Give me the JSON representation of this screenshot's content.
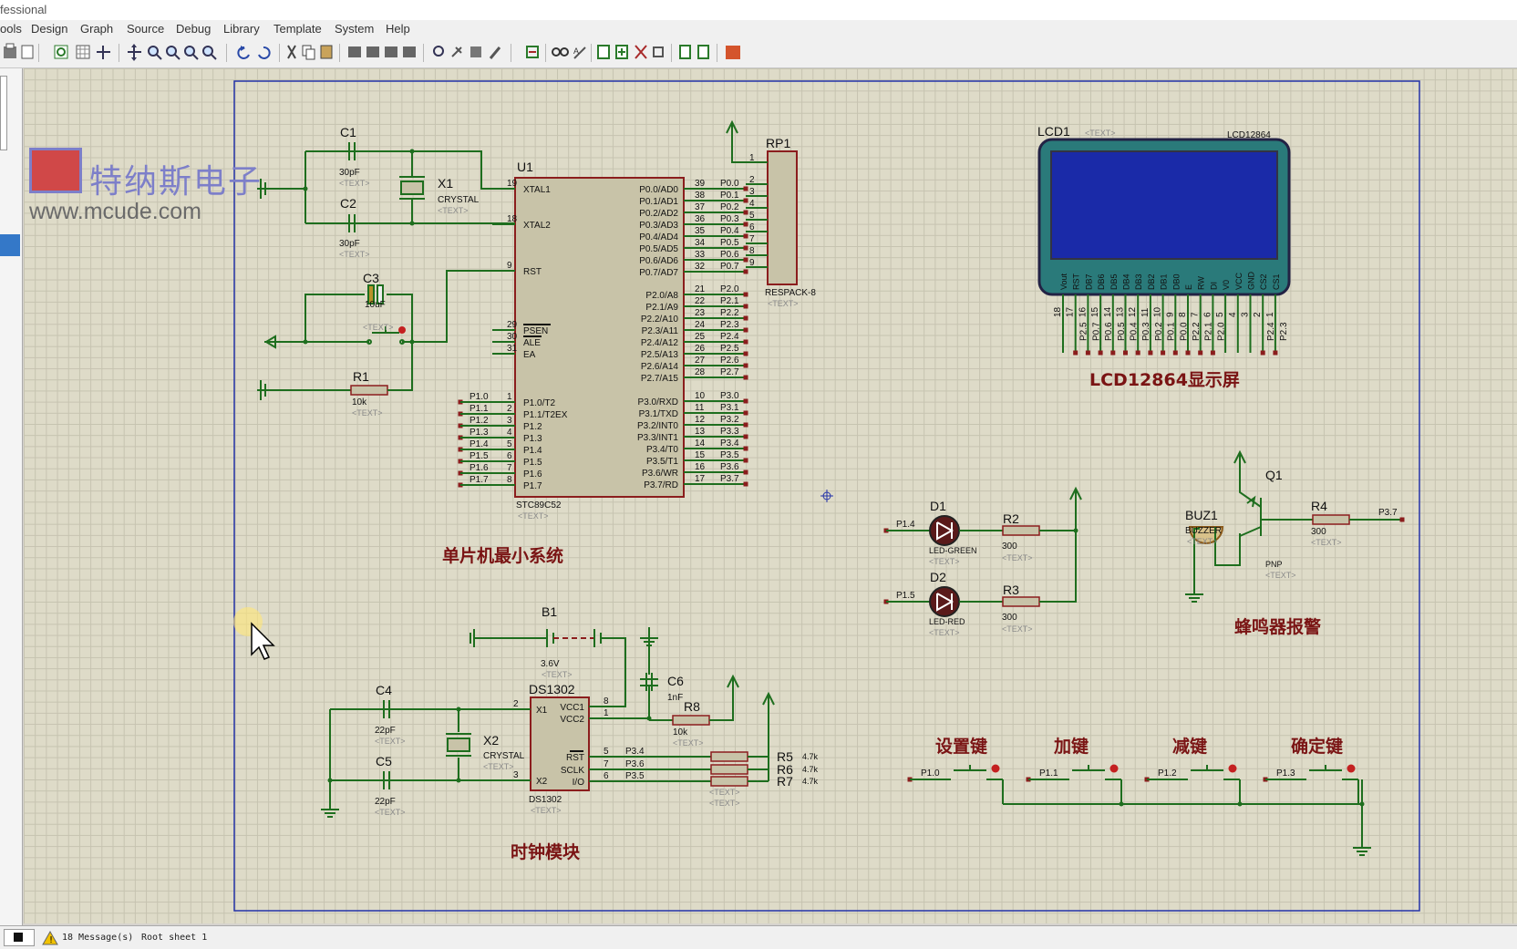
{
  "app": {
    "title_fragment": "fessional"
  },
  "menu": [
    "ools",
    "Design",
    "Graph",
    "Source",
    "Debug",
    "Library",
    "Template",
    "System",
    "Help"
  ],
  "watermark": {
    "brand": "特纳斯电子",
    "url": "www.mcude.com"
  },
  "status": {
    "messages": "18 Message(s)",
    "sheet": "Root sheet 1"
  },
  "text_placeholder": "<TEXT>",
  "sections": {
    "mcu": "单片机最小系统",
    "clock": "时钟模块",
    "lcd": "LCD12864显示屏",
    "buzzer": "蜂鸣器报警"
  },
  "u1": {
    "ref": "U1",
    "part": "STC89C52",
    "left_pins": [
      {
        "num": "19",
        "name": "XTAL1"
      },
      {
        "num": "18",
        "name": "XTAL2"
      },
      {
        "num": "9",
        "name": "RST"
      },
      {
        "num": "29",
        "name": "PSEN"
      },
      {
        "num": "30",
        "name": "ALE"
      },
      {
        "num": "31",
        "name": "EA"
      },
      {
        "num": "1",
        "name": "P1.0/T2",
        "net": "P1.0"
      },
      {
        "num": "2",
        "name": "P1.1/T2EX",
        "net": "P1.1"
      },
      {
        "num": "3",
        "name": "P1.2",
        "net": "P1.2"
      },
      {
        "num": "4",
        "name": "P1.3",
        "net": "P1.3"
      },
      {
        "num": "5",
        "name": "P1.4",
        "net": "P1.4"
      },
      {
        "num": "6",
        "name": "P1.5",
        "net": "P1.5"
      },
      {
        "num": "7",
        "name": "P1.6",
        "net": "P1.6"
      },
      {
        "num": "8",
        "name": "P1.7",
        "net": "P1.7"
      }
    ],
    "right_pins": [
      {
        "num": "39",
        "name": "P0.0/AD0",
        "net": "P0.0"
      },
      {
        "num": "38",
        "name": "P0.1/AD1",
        "net": "P0.1"
      },
      {
        "num": "37",
        "name": "P0.2/AD2",
        "net": "P0.2"
      },
      {
        "num": "36",
        "name": "P0.3/AD3",
        "net": "P0.3"
      },
      {
        "num": "35",
        "name": "P0.4/AD4",
        "net": "P0.4"
      },
      {
        "num": "34",
        "name": "P0.5/AD5",
        "net": "P0.5"
      },
      {
        "num": "33",
        "name": "P0.6/AD6",
        "net": "P0.6"
      },
      {
        "num": "32",
        "name": "P0.7/AD7",
        "net": "P0.7"
      },
      {
        "num": "21",
        "name": "P2.0/A8",
        "net": "P2.0"
      },
      {
        "num": "22",
        "name": "P2.1/A9",
        "net": "P2.1"
      },
      {
        "num": "23",
        "name": "P2.2/A10",
        "net": "P2.2"
      },
      {
        "num": "24",
        "name": "P2.3/A11",
        "net": "P2.3"
      },
      {
        "num": "25",
        "name": "P2.4/A12",
        "net": "P2.4"
      },
      {
        "num": "26",
        "name": "P2.5/A13",
        "net": "P2.5"
      },
      {
        "num": "27",
        "name": "P2.6/A14",
        "net": "P2.6"
      },
      {
        "num": "28",
        "name": "P2.7/A15",
        "net": "P2.7"
      },
      {
        "num": "10",
        "name": "P3.0/RXD",
        "net": "P3.0"
      },
      {
        "num": "11",
        "name": "P3.1/TXD",
        "net": "P3.1"
      },
      {
        "num": "12",
        "name": "P3.2/INT0",
        "net": "P3.2"
      },
      {
        "num": "13",
        "name": "P3.3/INT1",
        "net": "P3.3"
      },
      {
        "num": "14",
        "name": "P3.4/T0",
        "net": "P3.4"
      },
      {
        "num": "15",
        "name": "P3.5/T1",
        "net": "P3.5"
      },
      {
        "num": "16",
        "name": "P3.6/WR",
        "net": "P3.6"
      },
      {
        "num": "17",
        "name": "P3.7/RD",
        "net": "P3.7"
      }
    ]
  },
  "rp1": {
    "ref": "RP1",
    "part": "RESPACK-8",
    "pins": [
      "1",
      "2",
      "3",
      "4",
      "5",
      "6",
      "7",
      "8",
      "9"
    ]
  },
  "c1": {
    "ref": "C1",
    "value": "30pF"
  },
  "c2": {
    "ref": "C2",
    "value": "30pF"
  },
  "c3": {
    "ref": "C3",
    "value": "10uF"
  },
  "x1": {
    "ref": "X1",
    "part": "CRYSTAL"
  },
  "r1": {
    "ref": "R1",
    "value": "10k"
  },
  "lcd1": {
    "ref": "LCD1",
    "part": "LCD12864",
    "pins": [
      {
        "name": "Vout",
        "num": "18",
        "net": ""
      },
      {
        "name": "RST",
        "num": "17",
        "net": "P2.5"
      },
      {
        "name": "DB7",
        "num": "16",
        "net": "P0.7"
      },
      {
        "name": "DB6",
        "num": "15",
        "net": "P0.6"
      },
      {
        "name": "DB5",
        "num": "14",
        "net": "P0.5"
      },
      {
        "name": "DB4",
        "num": "13",
        "net": "P0.4"
      },
      {
        "name": "DB3",
        "num": "12",
        "net": "P0.3"
      },
      {
        "name": "DB2",
        "num": "11",
        "net": "P0.2"
      },
      {
        "name": "DB1",
        "num": "10",
        "net": "P0.1"
      },
      {
        "name": "DB0",
        "num": "9",
        "net": "P0.0"
      },
      {
        "name": "E",
        "num": "8",
        "net": "P2.2"
      },
      {
        "name": "RW",
        "num": "7",
        "net": "P2.1"
      },
      {
        "name": "DI",
        "num": "6",
        "net": "P2.0"
      },
      {
        "name": "V0",
        "num": "5",
        "net": ""
      },
      {
        "name": "VCC",
        "num": "4",
        "net": ""
      },
      {
        "name": "GND",
        "num": "3",
        "net": ""
      },
      {
        "name": "CS2",
        "num": "2",
        "net": "P2.4"
      },
      {
        "name": "CS1",
        "num": "1",
        "net": "P2.3"
      }
    ]
  },
  "d1": {
    "ref": "D1",
    "part": "LED-GREEN",
    "net": "P1.4"
  },
  "d2": {
    "ref": "D2",
    "part": "LED-RED",
    "net": "P1.5"
  },
  "r2": {
    "ref": "R2",
    "value": "300"
  },
  "r3": {
    "ref": "R3",
    "value": "300"
  },
  "buz1": {
    "ref": "BUZ1",
    "part": "BUZZER"
  },
  "q1": {
    "ref": "Q1",
    "part": "PNP"
  },
  "r4": {
    "ref": "R4",
    "value": "300",
    "net": "P3.7"
  },
  "b1": {
    "ref": "B1",
    "value": "3.6V"
  },
  "c6": {
    "ref": "C6",
    "value": "1nF"
  },
  "r8": {
    "ref": "R8",
    "value": "10k"
  },
  "ds1302": {
    "ref": "DS1302",
    "part": "DS1302",
    "left_pins": [
      {
        "num": "2",
        "name": "X1"
      },
      {
        "num": "3",
        "name": "X2"
      }
    ],
    "right_pins": [
      {
        "num": "8",
        "name": "VCC1"
      },
      {
        "num": "1",
        "name": "VCC2"
      },
      {
        "num": "5",
        "name": "RST",
        "net": "P3.4"
      },
      {
        "num": "7",
        "name": "SCLK",
        "net": "P3.6"
      },
      {
        "num": "6",
        "name": "I/O",
        "net": "P3.5"
      }
    ]
  },
  "c4": {
    "ref": "C4",
    "value": "22pF"
  },
  "c5": {
    "ref": "C5",
    "value": "22pF"
  },
  "x2": {
    "ref": "X2",
    "part": "CRYSTAL"
  },
  "r5": {
    "ref": "R5",
    "value": "4.7k"
  },
  "r6": {
    "ref": "R6",
    "value": "4.7k"
  },
  "r7": {
    "ref": "R7",
    "value": "4.7k"
  },
  "buttons": [
    {
      "label": "设置键",
      "net": "P1.0"
    },
    {
      "label": "加键",
      "net": "P1.1"
    },
    {
      "label": "减键",
      "net": "P1.2"
    },
    {
      "label": "确定键",
      "net": "P1.3"
    }
  ]
}
